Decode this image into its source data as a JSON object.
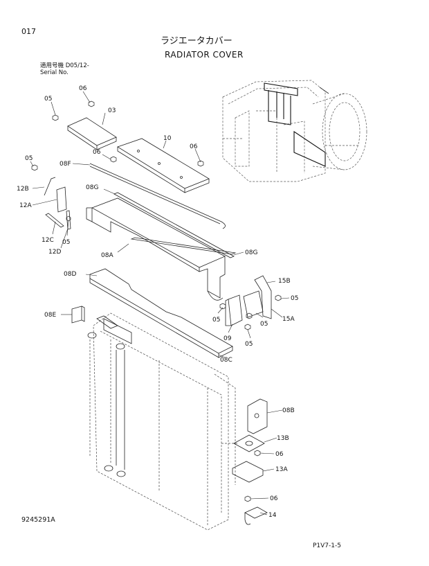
{
  "header": {
    "page_no": "017",
    "title_jp": "ラジエータカバー",
    "title_en": "RADIATOR COVER",
    "serial_line1": "適用号機  D05/12-",
    "serial_line2": "Serial No."
  },
  "footer": {
    "drawing_no": "9245291A",
    "page_ref": "P1V7-1-5"
  },
  "callouts": [
    {
      "id": "c06a",
      "text": "06"
    },
    {
      "id": "c05a",
      "text": "05"
    },
    {
      "id": "c03",
      "text": "03"
    },
    {
      "id": "c10",
      "text": "10"
    },
    {
      "id": "c06b",
      "text": "06"
    },
    {
      "id": "c06c",
      "text": "06"
    },
    {
      "id": "c08F",
      "text": "08F"
    },
    {
      "id": "c05b",
      "text": "05"
    },
    {
      "id": "c12B",
      "text": "12B"
    },
    {
      "id": "c08G1",
      "text": "08G"
    },
    {
      "id": "c12A",
      "text": "12A"
    },
    {
      "id": "c12C",
      "text": "12C"
    },
    {
      "id": "c05c",
      "text": "05"
    },
    {
      "id": "c12D",
      "text": "12D"
    },
    {
      "id": "c08A",
      "text": "08A"
    },
    {
      "id": "c08G2",
      "text": "08G"
    },
    {
      "id": "c08D",
      "text": "08D"
    },
    {
      "id": "c15B",
      "text": "15B"
    },
    {
      "id": "c05d",
      "text": "05"
    },
    {
      "id": "c08E",
      "text": "08E"
    },
    {
      "id": "c05e",
      "text": "05"
    },
    {
      "id": "c05f",
      "text": "05"
    },
    {
      "id": "c15A",
      "text": "15A"
    },
    {
      "id": "c09",
      "text": "09"
    },
    {
      "id": "c05g",
      "text": "05"
    },
    {
      "id": "c08C",
      "text": "08C"
    },
    {
      "id": "c08B",
      "text": "08B"
    },
    {
      "id": "c13B",
      "text": "13B"
    },
    {
      "id": "c06d",
      "text": "06"
    },
    {
      "id": "c13A",
      "text": "13A"
    },
    {
      "id": "c06e",
      "text": "06"
    },
    {
      "id": "c14",
      "text": "14"
    }
  ]
}
